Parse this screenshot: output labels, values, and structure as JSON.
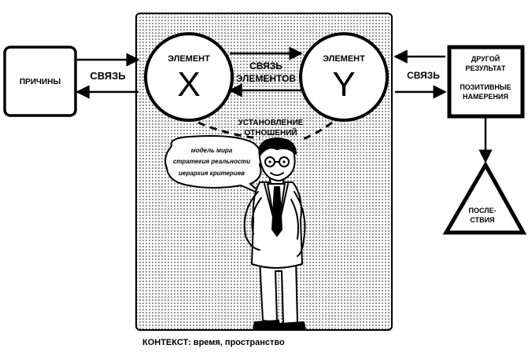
{
  "left_box": {
    "label": "ПРИЧИНЫ"
  },
  "left_link": {
    "label": "СВЯЗЬ"
  },
  "element_x": {
    "title": "ЭЛЕМЕНТ",
    "letter": "X"
  },
  "element_y": {
    "title": "ЭЛЕМЕНТ",
    "letter": "Y"
  },
  "elements_link": {
    "line1": "СВЯЗЬ",
    "line2": "ЭЛЕМЕНТОВ"
  },
  "relations": {
    "line1": "УСТАНОВЛЕНИЕ",
    "line2": "ОТНОШЕНИЙ"
  },
  "right_link": {
    "label": "СВЯЗЬ"
  },
  "right_box": {
    "line1": "ДРУГОЙ",
    "line2": "РЕЗУЛЬТАТ",
    "line3": "ПОЗИТИВНЫЕ",
    "line4": "НАМЕРЕНИЯ"
  },
  "consequences": {
    "line1": "ПОСЛЕ-",
    "line2": "СТВИЯ"
  },
  "speech": {
    "line1": "модель мира",
    "line2": "стратегия реальности",
    "line3": "иерархия критериев"
  },
  "context": {
    "label": "КОНТЕКСТ: время, пространство"
  }
}
